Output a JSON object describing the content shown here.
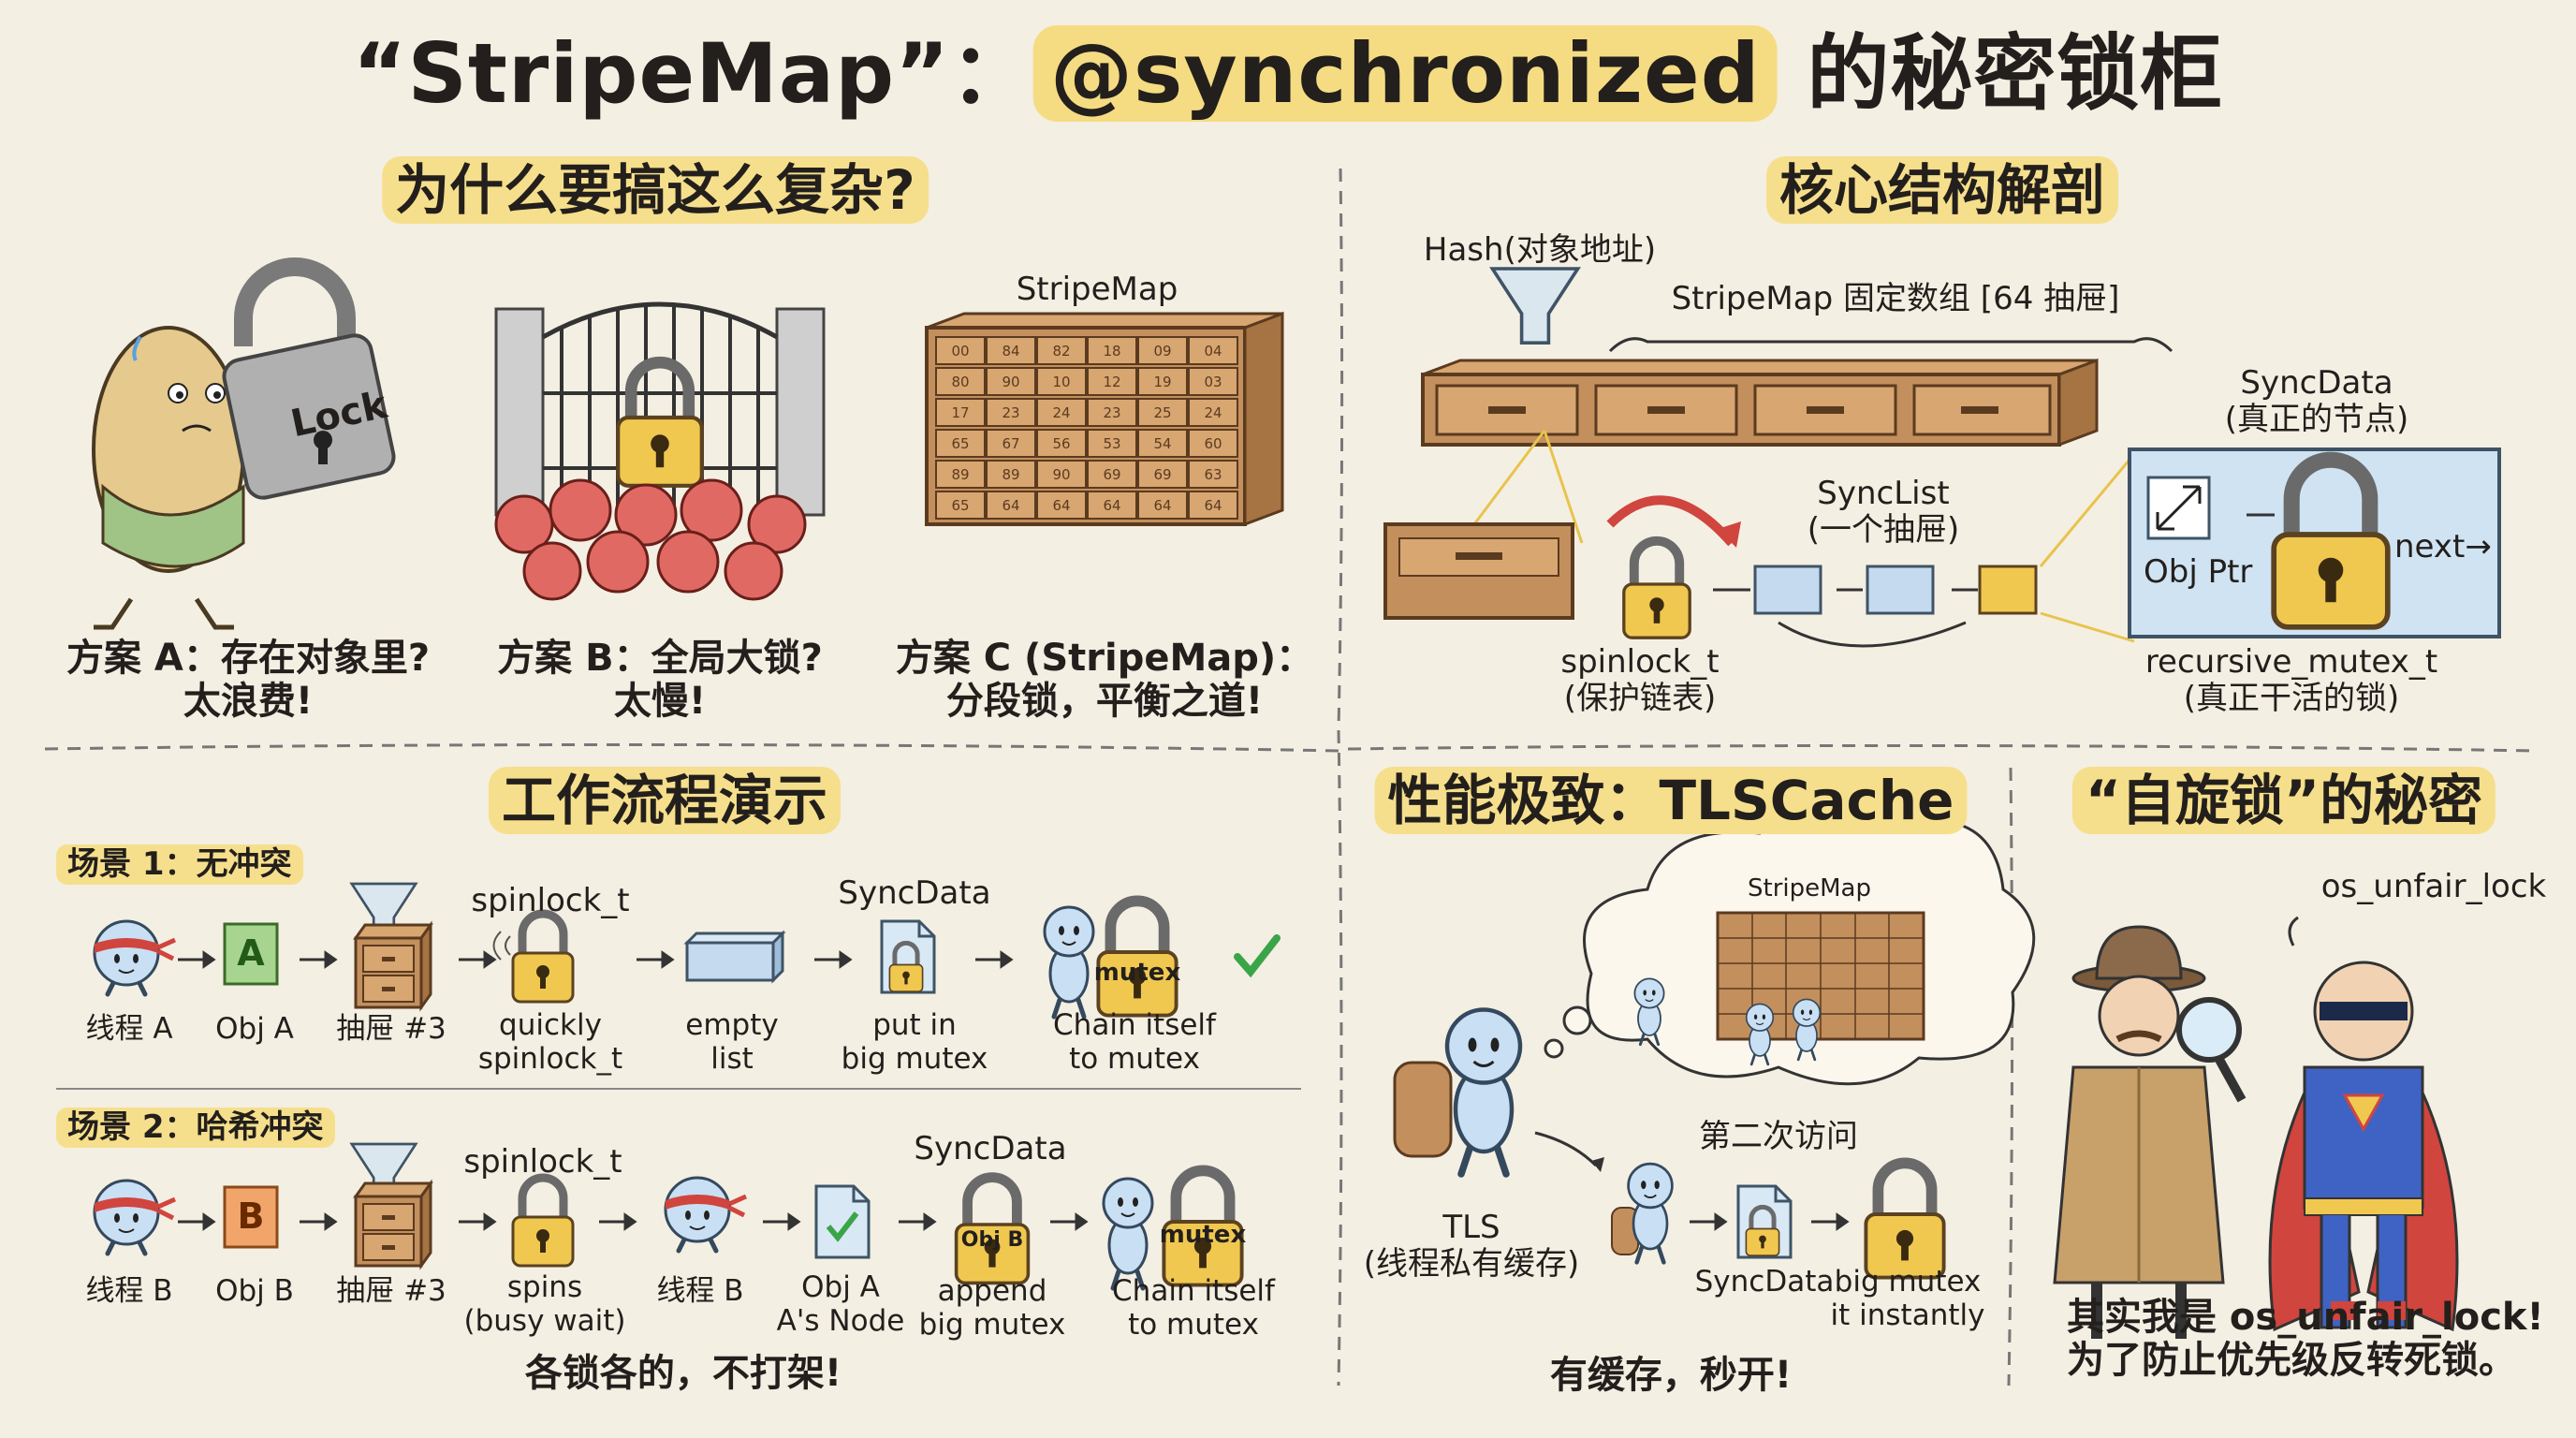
{
  "title": {
    "quote_open": "“",
    "name": "StripeMap",
    "quote_close": "”：",
    "highlight": "@synchronized",
    "rest": " 的秘密锁柜"
  },
  "why": {
    "heading": "为什么要搞这么复杂?",
    "lock_text": "Lock",
    "stripemap_label": "StripeMap",
    "drawer_numbers": [
      "00",
      "84",
      "82",
      "18",
      "09",
      "04",
      "80",
      "90",
      "10",
      "12",
      "19",
      "03",
      "17",
      "23",
      "24",
      "23",
      "25",
      "24",
      "65",
      "67",
      "56",
      "53",
      "54",
      "60",
      "89",
      "89",
      "90",
      "69",
      "69",
      "63",
      "65",
      "64",
      "64",
      "64",
      "64",
      "64"
    ],
    "plan_a": [
      "方案 A：存在对象里?",
      "太浪费!"
    ],
    "plan_b": [
      "方案 B：全局大锁?",
      "太慢!"
    ],
    "plan_c": [
      "方案 C (StripeMap)：",
      "分段锁，平衡之道!"
    ]
  },
  "core": {
    "heading": "核心结构解剖",
    "hash_label": "Hash(对象地址)",
    "array_label": "StripeMap 固定数组 [64 抽屉]",
    "synclist_label": [
      "SyncList",
      "(一个抽屉)"
    ],
    "spinlock_label": [
      "spinlock_t",
      "(保护链表)"
    ],
    "syncdata_label": [
      "SyncData",
      "(真正的节点)"
    ],
    "objptr_label": "Obj Ptr",
    "next_label": "next→",
    "mutex_label": [
      "recursive_mutex_t",
      "(真正干活的锁)"
    ]
  },
  "flow": {
    "heading": "工作流程演示",
    "scene1": {
      "tag": "场景 1：无冲突",
      "syncdata": "SyncData",
      "spinlock": "spinlock_t",
      "obj_letter": "A",
      "mutex": "mutex",
      "labels": [
        "线程 A",
        "Obj A",
        "抽屉 #3",
        [
          "quickly",
          "spinlock_t"
        ],
        [
          "empty",
          "list"
        ],
        [
          "put in",
          "big mutex"
        ],
        [
          "Chain itself",
          "to mutex"
        ]
      ]
    },
    "scene2": {
      "tag": "场景 2：哈希冲突",
      "syncdata": "SyncData",
      "spinlock": "spinlock_t",
      "obj_letter": "B",
      "objb_lock": "Obj B",
      "mutex": "mutex",
      "labels": [
        "线程 B",
        "Obj B",
        "抽屉 #3",
        [
          "spins",
          "(busy wait)"
        ],
        "线程 B",
        [
          "Obj A",
          "A's Node"
        ],
        [
          "append",
          "big mutex"
        ],
        [
          "Chain itself",
          "to mutex"
        ]
      ]
    },
    "footer": "各锁各的，不打架!"
  },
  "tls": {
    "heading": "性能极致：TLSCache",
    "cloud_label": "StripeMap",
    "second_visit": "第二次访问",
    "tls_label": [
      "TLS",
      "(线程私有缓存)"
    ],
    "syncdata": "SyncData",
    "bigmutex": [
      "big mutex",
      "it instantly"
    ],
    "footer": "有缓存，秒开!"
  },
  "spin": {
    "heading": "“自旋锁”的秘密",
    "os_label": "os_unfair_lock",
    "footer": [
      "其实我是 os_unfair_lock!",
      "为了防止优先级反转死锁。"
    ]
  },
  "colors": {
    "background": "#f4efe3",
    "highlight": "#f5dc83",
    "wood": "#c38f5d",
    "lock_gold": "#f0c850",
    "blob": "#c9dff4",
    "angry_red": "#e06a63",
    "check": "#3aa548"
  }
}
